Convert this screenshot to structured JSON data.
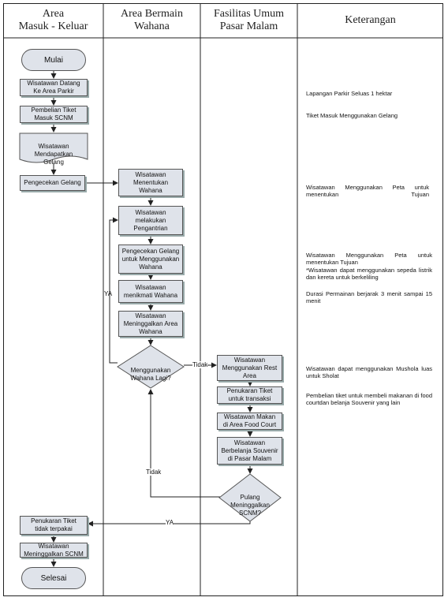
{
  "headers": {
    "lane1": "Area\nMasuk - Keluar",
    "lane2": "Area Bermain\nWahana",
    "lane3": "Fasilitas Umum\nPasar Malam",
    "lane4": "Keterangan"
  },
  "lane1": {
    "start": "Mulai",
    "arrive": "Wisatawan Datang\nKe Area Parkir",
    "buy": "Pembelian Tiket\nMasuk SCNM",
    "get_bracelet": "Wisatawan\nMendapatkan\nGelang",
    "check": "Pengecekan Gelang",
    "refund": "Penukaran Tiket\ntidak terpakai",
    "leave": "Wisatawan\nMeninggalkan SCNM",
    "end": "Selesai"
  },
  "lane2": {
    "choose": "Wisatawan\nMenentukan\nWahana",
    "queue": "Wisatawan\nmelakukan\nPengantrian",
    "check_ride": "Pengecekan Gelang\nuntuk Menggunakan\nWahana",
    "enjoy": "Wisatawan\nmenikmati Wahana",
    "leave_ride": "Wisatawan\nMeninggalkan Area\nWahana",
    "decision": "Menggunakan\nWahana Lagi?"
  },
  "lane3": {
    "rest": "Wisatawan\nMenggunakan Rest\nArea",
    "exchange": "Penukaran Tiket\nuntuk transaksi",
    "food": "Wisatawan Makan\ndi Area Food Court",
    "souvenir": "Wisatawan\nBerbelanja Souvenir\ndi Pasar Malam",
    "decision": "Pulang\nMeninggalkan\nSCNM?"
  },
  "labels": {
    "ya_loop": "YA",
    "tidak_right": "Tidak",
    "tidak_up": "Tidak",
    "ya_exit": "YA"
  },
  "notes": {
    "n1": "Lapangan Parkir Seluas 1 hektar",
    "n2": "Tiket Masuk Menggunakan Gelang",
    "n3": "Wisatawan Menggunakan Peta untuk menentukan Tujuan",
    "n4": "Wisatawan Menggunakan Peta untuk menentukan Tujuan\n*Wisatawan dapat menggunakan sepeda listrik dan kereta untuk berkeliling",
    "n5": "Durasi Permainan berjarak 3 menit sampai 15 menit",
    "n6": "Wisatawan dapat menggunakan Mushola luas untuk Sholat",
    "n7": "Pembelian tiket untuk membeli makanan di food courtdan belanja Souvenir yang lain"
  }
}
